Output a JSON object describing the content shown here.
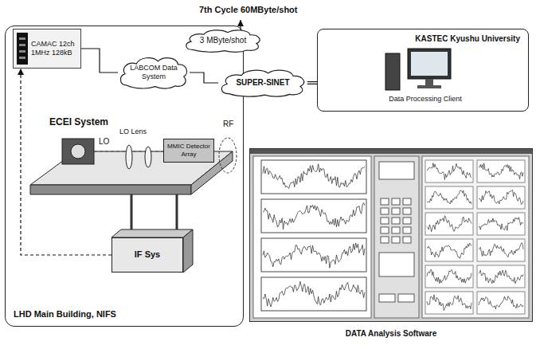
{
  "diagram": {
    "nodes": [
      {
        "text": [
          "LHD Main Building, NIFS"
        ]
      },
      {
        "text": [
          "CAMAC 12ch 1MHz 128kB"
        ],
        "in": 0
      },
      {
        "text": [
          "LABCOM Data System"
        ],
        "in": 0
      },
      {
        "text": [
          "MMIC Detector Array"
        ],
        "in": 0
      },
      {
        "text": [
          "IF Sys"
        ],
        "in": 0
      },
      {
        "text": [
          "3 MByte/shot"
        ]
      },
      {
        "text": [
          "SUPER-SINET"
        ]
      },
      {
        "text": [
          "KASTEC Kyushu University",
          "Data Processing Client"
        ]
      },
      {
        "text": [
          "DATA Analysis Software"
        ]
      }
    ],
    "edges": [
      {
        "from": 1,
        "to": 2,
        "arrow": "none"
      },
      {
        "from": 2,
        "to": 6,
        "arrow": "none"
      },
      {
        "from": 6,
        "to": 7,
        "arrow": "none"
      },
      {
        "from": 4,
        "to": 1,
        "arrow": "to"
      }
    ],
    "labels": [
      "7th Cycle 60MByte/shot",
      "ECEI System",
      "LO",
      "LO Lens",
      "RF"
    ]
  }
}
